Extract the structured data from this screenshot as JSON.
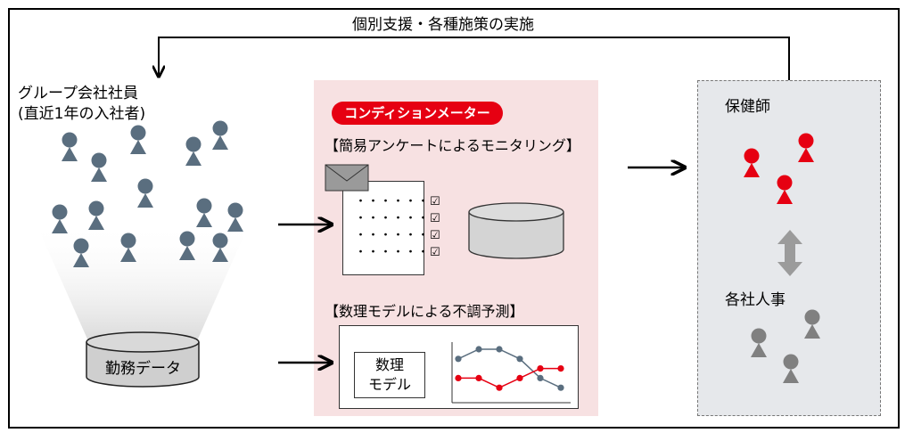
{
  "top_label": "個別支援・各種施策の実施",
  "left": {
    "title_line1": "グループ会社社員",
    "title_line2": "(直近1年の入社者)",
    "db_label": "勤務データ"
  },
  "center": {
    "badge": "コンディションメーター",
    "section1": "【簡易アンケートによるモニタリング】",
    "checklist_row": "・・・・・・☑",
    "section2": "【数理モデルによる不調予測】",
    "model_label_line1": "数理",
    "model_label_line2": "モデル"
  },
  "right": {
    "health_nurses": "保健師",
    "company_hr": "各社人事"
  },
  "colors": {
    "person_blue": "#5a6e7f",
    "person_red": "#e60012",
    "person_grey": "#808080",
    "pink_bg": "#f7e1e2",
    "grey_bg": "#e6e8eb"
  },
  "chart_data": {
    "type": "line",
    "series": [
      {
        "color": "#5a6e7f",
        "values": [
          4,
          5,
          5,
          4,
          2,
          1
        ]
      },
      {
        "color": "#e60012",
        "values": [
          2,
          2,
          1,
          2,
          3,
          3
        ]
      }
    ]
  }
}
